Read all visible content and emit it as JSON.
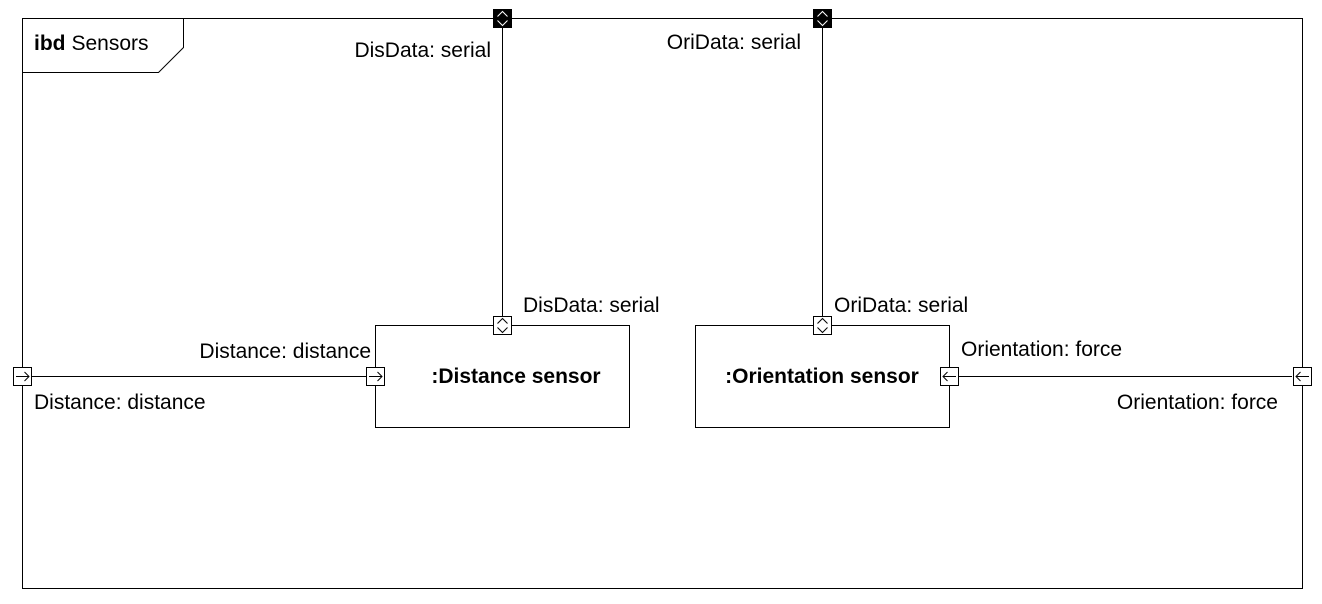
{
  "frame": {
    "keyword": "ibd",
    "name": "Sensors"
  },
  "parts": {
    "distance_sensor": ":Distance sensor",
    "orientation_sensor": ":Orientation sensor"
  },
  "ports": {
    "boundary_disdata": "DisData: serial",
    "boundary_oridata": "OriData: serial",
    "part_disdata": "DisData: serial",
    "part_oridata": "OriData: serial",
    "part_distance": "Distance: distance",
    "boundary_distance": "Distance: distance",
    "part_orientation": "Orientation: force",
    "boundary_orientation": "Orientation: force"
  },
  "port_icons": {
    "boundary_disdata": "inout-port-icon",
    "boundary_oridata": "inout-port-icon",
    "part_disdata": "inout-port-icon",
    "part_oridata": "inout-port-icon",
    "boundary_distance": "in-arrow-port-icon",
    "part_distance": "in-arrow-port-icon",
    "boundary_orientation": "in-arrow-port-icon",
    "part_orientation": "in-arrow-port-icon"
  }
}
